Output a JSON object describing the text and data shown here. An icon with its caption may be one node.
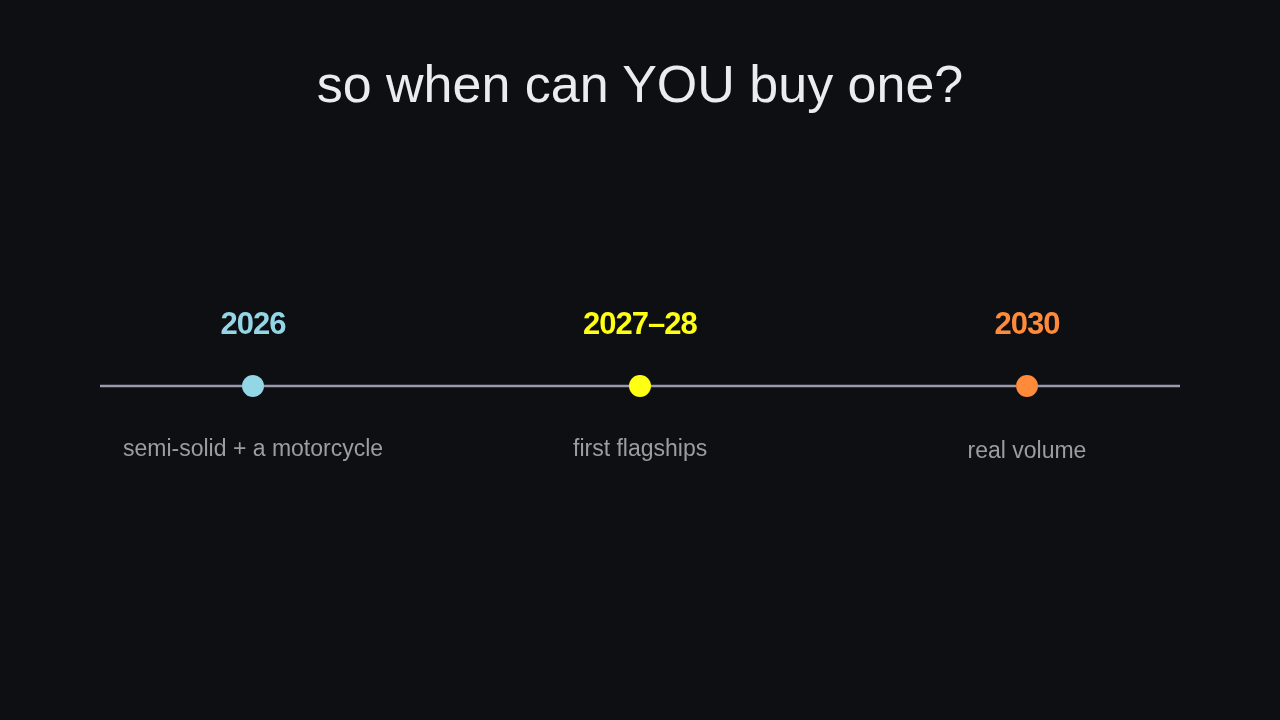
{
  "diagram": {
    "title": "so when can YOU buy one?",
    "nodes": [
      {
        "text": [],
        "shape": "circle",
        "beside": [
          "2026",
          "semi-solid + a motorcycle"
        ]
      },
      {
        "text": [],
        "shape": "circle",
        "beside": [
          "2027–28",
          "first flagships"
        ]
      },
      {
        "text": [],
        "shape": "circle",
        "beside": [
          "2030",
          "real volume"
        ]
      }
    ],
    "edges": [
      {
        "from": null,
        "to": 0,
        "arrow": "none"
      },
      {
        "from": 0,
        "to": 1,
        "arrow": "none"
      },
      {
        "from": 1,
        "to": 2,
        "arrow": "none"
      },
      {
        "from": 2,
        "to": null,
        "arrow": "none"
      }
    ]
  }
}
